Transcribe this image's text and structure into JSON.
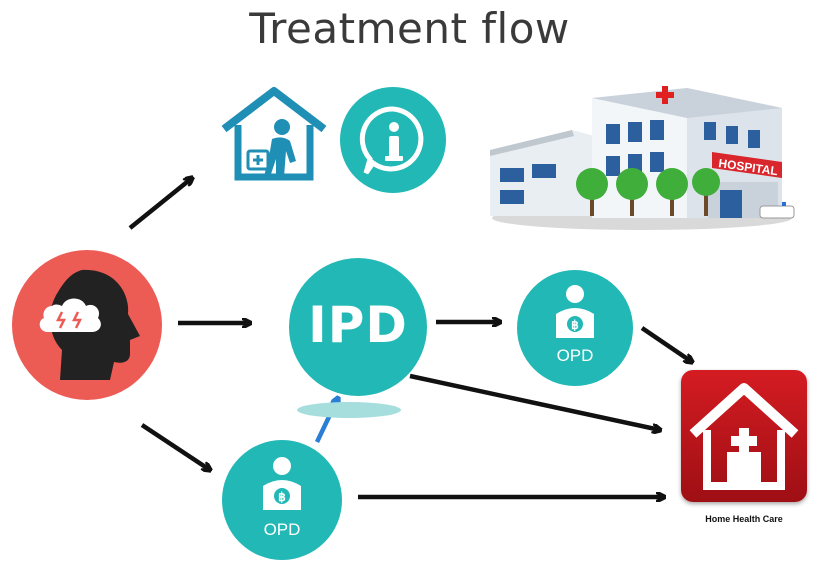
{
  "title": "Treatment flow",
  "nodes": {
    "ipd_label": "IPD",
    "opd_top_label": "OPD",
    "opd_bottom_label": "OPD",
    "hospital_sign": "HOSPITAL",
    "home_health_care_label": "Home Health Care"
  },
  "icons": {
    "patient": "mental-health-head-icon",
    "home_visit": "home-visit-icon",
    "info": "info-chat-icon",
    "hospital": "hospital-building-icon",
    "home_health_care": "home-health-care-icon"
  },
  "colors": {
    "teal": "#22b8b6",
    "patient_red": "#ed5b55",
    "home_red": "#c0141a",
    "arrow": "#111111",
    "arrow_blue": "#2a7fd4"
  }
}
